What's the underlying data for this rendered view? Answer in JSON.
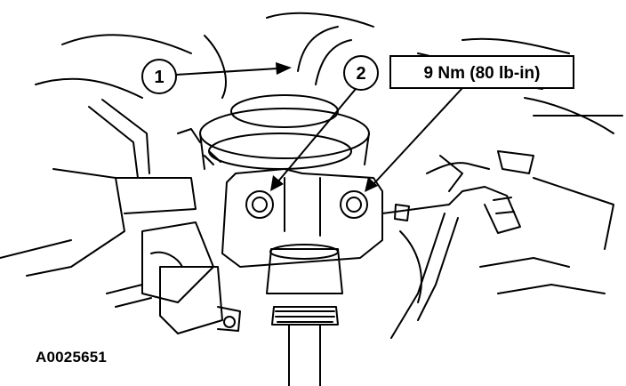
{
  "callouts": [
    {
      "number": "1"
    },
    {
      "number": "2"
    }
  ],
  "torque_spec": "9 Nm (80 lb-in)",
  "figure_id": "A0025651"
}
